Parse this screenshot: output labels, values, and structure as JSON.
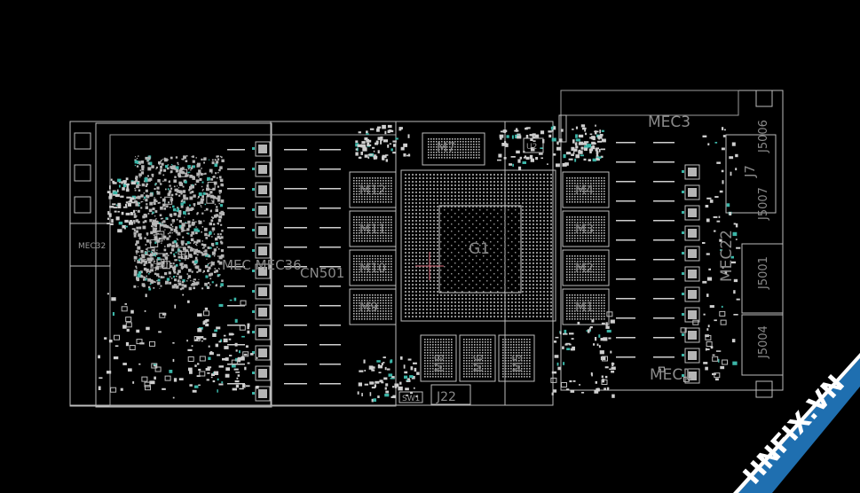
{
  "components": {
    "gpu": "G1",
    "memory_left": [
      "M12",
      "M11",
      "M10",
      "M9"
    ],
    "memory_right": [
      "M4",
      "M3",
      "M2",
      "M1"
    ],
    "memory_top": "M7",
    "memory_bottom": [
      "M8",
      "M6",
      "M5"
    ],
    "connectors": {
      "j22": "J22",
      "j7": "J7",
      "j5006": "J5006",
      "j5007": "J5007",
      "j5001": "J5001",
      "j5004": "J5004",
      "cn501": "CN501",
      "sw1": "SW1"
    },
    "mechanical": {
      "mec3": "MEC3",
      "mec1": "MEC1",
      "mec22": "MEC22",
      "mec36_pair": "MEC MEC36",
      "mec32": "MEC32"
    },
    "small": {
      "u2": "U2",
      "u1": "U1"
    }
  },
  "watermark": {
    "text": "HNFIX.VN",
    "color": "#1f6fb0"
  },
  "colors": {
    "background": "#000000",
    "outline": "#bdbdbd",
    "accent": "#3bb6a8",
    "label": "#8a8a8a"
  }
}
